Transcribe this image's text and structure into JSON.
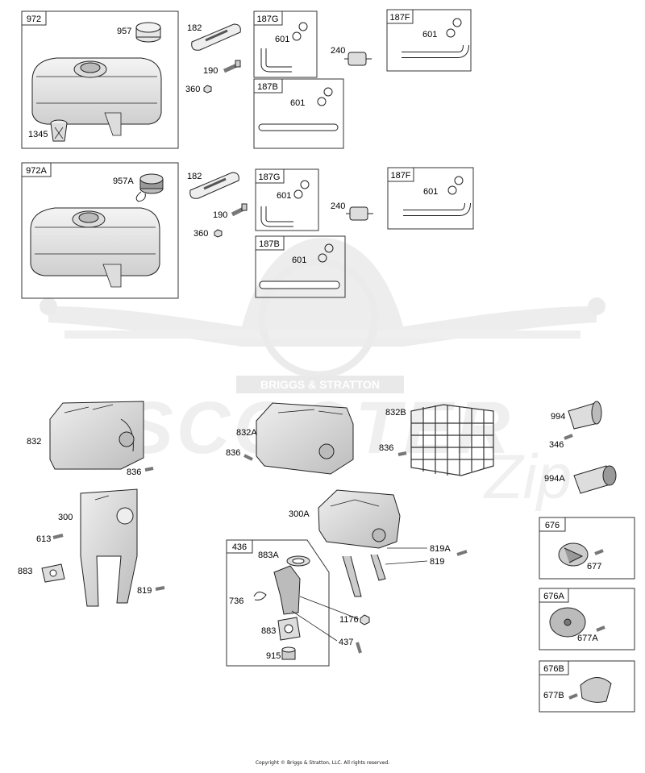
{
  "watermark": {
    "brand": "SCOOTER",
    "badge": "BRIGGS & STRATTON",
    "script": "Zip"
  },
  "copyright": "Copyright © Briggs & Stratton, LLC. All rights reserved.",
  "boxes": {
    "b972": "972",
    "b187G": "187G",
    "b187F": "187F",
    "b187B": "187B",
    "b972A": "972A",
    "b187G2": "187G",
    "b187F2": "187F",
    "b187B2": "187B",
    "b436": "436",
    "b676": "676",
    "b676A": "676A",
    "b676B": "676B"
  },
  "callouts": {
    "c957": "957",
    "c1345": "1345",
    "c182": "182",
    "c190": "190",
    "c360": "360",
    "c601a": "601",
    "c240": "240",
    "c601b": "601",
    "c601c": "601",
    "c957A": "957A",
    "c182b": "182",
    "c190b": "190",
    "c360b": "360",
    "c601d": "601",
    "c240b": "240",
    "c601e": "601",
    "c601f": "601",
    "c832": "832",
    "c836a": "836",
    "c832A": "832A",
    "c836b": "836",
    "c832B": "832B",
    "c836c": "836",
    "c994": "994",
    "c346": "346",
    "c994A": "994A",
    "c300": "300",
    "c613": "613",
    "c883": "883",
    "c819a": "819",
    "c300A": "300A",
    "c819A": "819A",
    "c819b": "819",
    "c883A": "883A",
    "c736": "736",
    "c883b": "883",
    "c915": "915",
    "c1176": "1176",
    "c437": "437",
    "c677": "677",
    "c677A": "677A",
    "c677B": "677B"
  }
}
